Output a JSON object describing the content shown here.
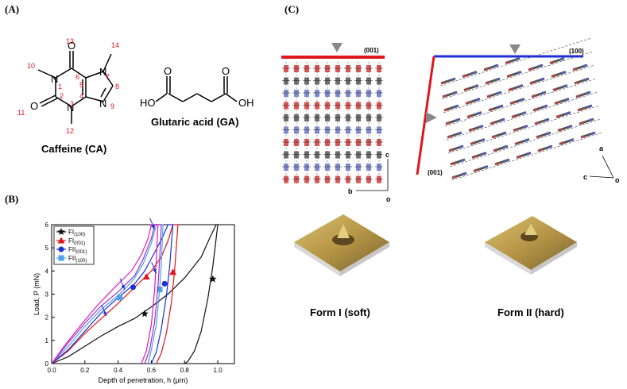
{
  "panels": {
    "a": "(A)",
    "b": "(B)",
    "c": "(C)"
  },
  "molecules": {
    "caffeine_name": "Caffeine (CA)",
    "glutaric_name": "Glutaric acid (GA)",
    "atoms": {
      "N": "N",
      "O": "O",
      "HO": "HO",
      "OH": "OH"
    },
    "numbers": [
      "13",
      "14",
      "10",
      "1",
      "6",
      "7",
      "5",
      "8",
      "2",
      "4",
      "9",
      "3",
      "11",
      "12"
    ]
  },
  "crystal": {
    "form1_plane": "(001)",
    "form2_plane_top": "(100)",
    "form2_plane_left": "(001)",
    "form1_axes": {
      "c": "c",
      "b": "b",
      "o": "o"
    },
    "form2_axes": {
      "a": "a",
      "c": "c",
      "o": "o"
    },
    "form1_caption": "Form I (soft)",
    "form2_caption": "Form II (hard)"
  },
  "colors": {
    "red": "#e0161d",
    "blue": "#1d2fd6",
    "black": "#111111",
    "violet": "#9b2fd2",
    "magenta": "#e01ab8",
    "lightblue": "#4aa3e6"
  },
  "chart_data": {
    "type": "line",
    "xlabel": "Depth of penetration, h (μm)",
    "ylabel": "Load, P (mN)",
    "xlim": [
      0.0,
      1.1
    ],
    "ylim": [
      0,
      6
    ],
    "xticks": [
      "0.0",
      "0.2",
      "0.4",
      "0.6",
      "0.8",
      "1.0"
    ],
    "yticks": [
      "0",
      "1",
      "2",
      "3",
      "4",
      "5",
      "6"
    ],
    "series": [
      {
        "name": "FI",
        "sub": "(100)",
        "color": "#111111",
        "marker": "star",
        "loading": [
          [
            0,
            0
          ],
          [
            0.1,
            0.3
          ],
          [
            0.2,
            0.75
          ],
          [
            0.3,
            1.2
          ],
          [
            0.4,
            1.6
          ],
          [
            0.5,
            1.95
          ],
          [
            0.6,
            2.45
          ],
          [
            0.7,
            3.0
          ],
          [
            0.8,
            3.7
          ],
          [
            0.9,
            4.6
          ],
          [
            0.95,
            5.4
          ],
          [
            0.99,
            6.0
          ]
        ],
        "top": [
          [
            0.99,
            6.0
          ],
          [
            1.0,
            6.0
          ]
        ],
        "unloading": [
          [
            1.0,
            6.0
          ],
          [
            0.97,
            4.2
          ],
          [
            0.94,
            2.8
          ],
          [
            0.9,
            1.4
          ],
          [
            0.86,
            0.55
          ],
          [
            0.82,
            0.1
          ],
          [
            0.8,
            0
          ]
        ],
        "marker_points": [
          [
            0.56,
            2.15
          ],
          [
            0.97,
            3.65
          ]
        ]
      },
      {
        "name": "FI",
        "sub": "(001)",
        "color": "#e0161d",
        "marker": "triangle",
        "loading": [
          [
            0,
            0
          ],
          [
            0.1,
            0.55
          ],
          [
            0.2,
            1.3
          ],
          [
            0.3,
            1.95
          ],
          [
            0.4,
            2.6
          ],
          [
            0.5,
            3.3
          ],
          [
            0.6,
            4.0
          ],
          [
            0.66,
            4.6
          ],
          [
            0.7,
            5.3
          ],
          [
            0.73,
            6.0
          ]
        ],
        "top": [
          [
            0.73,
            6.0
          ],
          [
            0.76,
            6.0
          ]
        ],
        "unloading": [
          [
            0.76,
            6.0
          ],
          [
            0.74,
            4.0
          ],
          [
            0.72,
            2.6
          ],
          [
            0.69,
            1.3
          ],
          [
            0.66,
            0.45
          ],
          [
            0.63,
            0
          ]
        ],
        "marker_points": [
          [
            0.57,
            3.75
          ],
          [
            0.73,
            3.95
          ]
        ]
      },
      {
        "name": "FII",
        "sub": "(001)",
        "color": "#1d2fd6",
        "marker": "circle",
        "loading": [
          [
            0,
            0
          ],
          [
            0.1,
            0.6
          ],
          [
            0.2,
            1.4
          ],
          [
            0.3,
            2.2
          ],
          [
            0.4,
            2.85
          ],
          [
            0.5,
            3.45
          ],
          [
            0.56,
            4.0
          ],
          [
            0.62,
            4.8
          ],
          [
            0.67,
            5.5
          ],
          [
            0.7,
            6.0
          ]
        ],
        "top": [
          [
            0.7,
            6.0
          ],
          [
            0.73,
            6.0
          ]
        ],
        "unloading": [
          [
            0.73,
            6.0
          ],
          [
            0.71,
            4.2
          ],
          [
            0.69,
            2.9
          ],
          [
            0.66,
            1.5
          ],
          [
            0.63,
            0.5
          ],
          [
            0.6,
            0
          ]
        ],
        "marker_points": [
          [
            0.49,
            3.3
          ],
          [
            0.68,
            3.45
          ]
        ]
      },
      {
        "name": "FII",
        "sub": "(100)",
        "color": "#4aa3e6",
        "marker": "square",
        "loading": [
          [
            0,
            0
          ],
          [
            0.1,
            0.75
          ],
          [
            0.2,
            1.6
          ],
          [
            0.3,
            2.35
          ],
          [
            0.4,
            2.95
          ],
          [
            0.45,
            3.3
          ],
          [
            0.5,
            3.7
          ],
          [
            0.55,
            4.3
          ],
          [
            0.6,
            5.2
          ],
          [
            0.63,
            6.0
          ]
        ],
        "top": [
          [
            0.63,
            6.0
          ],
          [
            0.67,
            6.0
          ]
        ],
        "unloading": [
          [
            0.67,
            6.0
          ],
          [
            0.66,
            4.3
          ],
          [
            0.65,
            3.2
          ],
          [
            0.63,
            1.7
          ],
          [
            0.6,
            0.6
          ],
          [
            0.58,
            0
          ]
        ],
        "marker_points": [
          [
            0.41,
            2.85
          ],
          [
            0.65,
            3.2
          ]
        ]
      },
      {
        "name": "",
        "sub": "",
        "color": "#9b2fd2",
        "marker": "none",
        "loading": [
          [
            0,
            0
          ],
          [
            0.1,
            0.9
          ],
          [
            0.2,
            1.75
          ],
          [
            0.3,
            2.5
          ],
          [
            0.4,
            3.1
          ],
          [
            0.5,
            3.8
          ],
          [
            0.55,
            4.5
          ],
          [
            0.6,
            5.4
          ],
          [
            0.62,
            6.0
          ]
        ],
        "top": [
          [
            0.62,
            6.0
          ],
          [
            0.66,
            6.0
          ]
        ],
        "unloading": [
          [
            0.66,
            6.0
          ],
          [
            0.65,
            4.5
          ],
          [
            0.64,
            3.3
          ],
          [
            0.62,
            1.8
          ],
          [
            0.59,
            0.6
          ],
          [
            0.56,
            0
          ]
        ],
        "marker_points": []
      },
      {
        "name": "",
        "sub": "",
        "color": "#e01ab8",
        "marker": "none",
        "loading": [
          [
            0,
            0
          ],
          [
            0.08,
            0.8
          ],
          [
            0.18,
            1.7
          ],
          [
            0.28,
            2.55
          ],
          [
            0.38,
            3.3
          ],
          [
            0.48,
            4.0
          ],
          [
            0.54,
            4.7
          ],
          [
            0.58,
            5.4
          ],
          [
            0.6,
            6.0
          ]
        ],
        "top": [
          [
            0.6,
            6.0
          ],
          [
            0.64,
            6.0
          ]
        ],
        "unloading": [
          [
            0.64,
            6.0
          ],
          [
            0.63,
            4.5
          ],
          [
            0.62,
            3.2
          ],
          [
            0.6,
            1.7
          ],
          [
            0.57,
            0.55
          ],
          [
            0.54,
            0
          ]
        ],
        "marker_points": []
      }
    ],
    "arrows": [
      [
        0.33,
        2.05
      ],
      [
        0.44,
        3.2
      ],
      [
        0.63,
        3.9
      ],
      [
        0.62,
        5.8
      ]
    ],
    "legend_position": "top-left"
  }
}
